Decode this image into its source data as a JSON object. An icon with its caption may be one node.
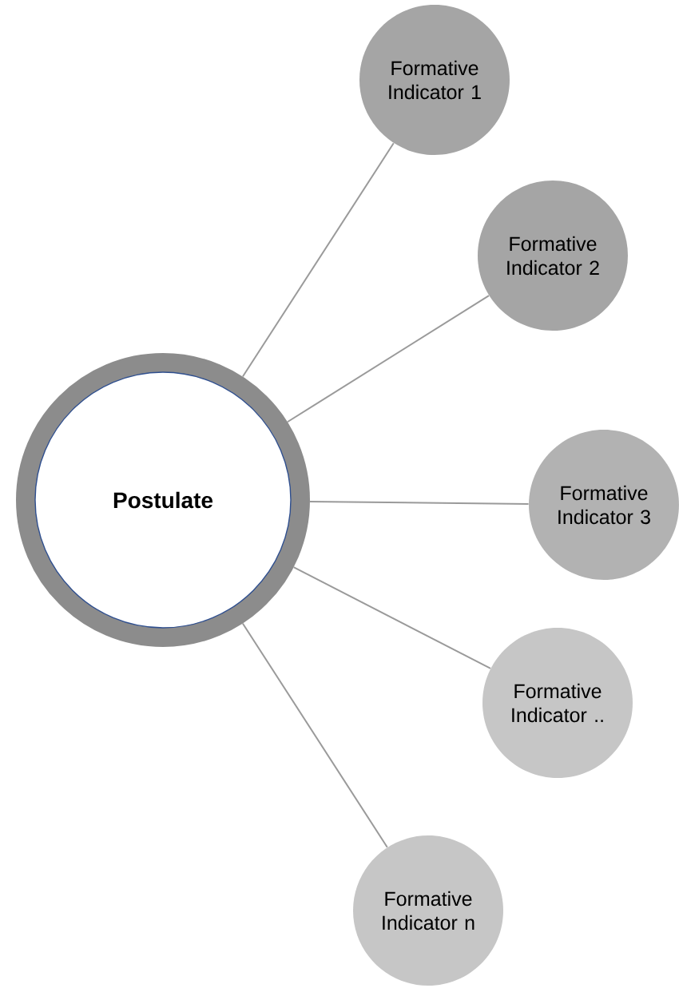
{
  "diagram": {
    "nodes": [
      {
        "text": [
          "Postulate"
        ]
      },
      {
        "text": [
          "Formative Indicator 1"
        ]
      },
      {
        "text": [
          "Formative Indicator 2"
        ]
      },
      {
        "text": [
          "Formative Indicator 3"
        ]
      },
      {
        "text": [
          "Formative Indicator .."
        ]
      },
      {
        "text": [
          "Formative Indicator n"
        ]
      }
    ],
    "edges": [
      {
        "from": 0,
        "to": 1,
        "arrow": "none"
      },
      {
        "from": 0,
        "to": 2,
        "arrow": "none"
      },
      {
        "from": 0,
        "to": 3,
        "arrow": "none"
      },
      {
        "from": 0,
        "to": 4,
        "arrow": "none"
      },
      {
        "from": 0,
        "to": 5,
        "arrow": "none"
      }
    ]
  }
}
